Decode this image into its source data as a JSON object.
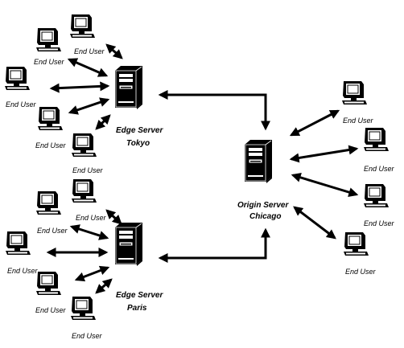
{
  "labels": {
    "end_user": "End User",
    "edge_tokyo_line1": "Edge Server",
    "edge_tokyo_line2": "Tokyo",
    "edge_paris_line1": "Edge Server",
    "edge_paris_line2": "Paris",
    "origin_line1": "Origin Server",
    "origin_line2": "Chicago"
  },
  "colors": {
    "ink": "#000000",
    "background": "#ffffff"
  }
}
